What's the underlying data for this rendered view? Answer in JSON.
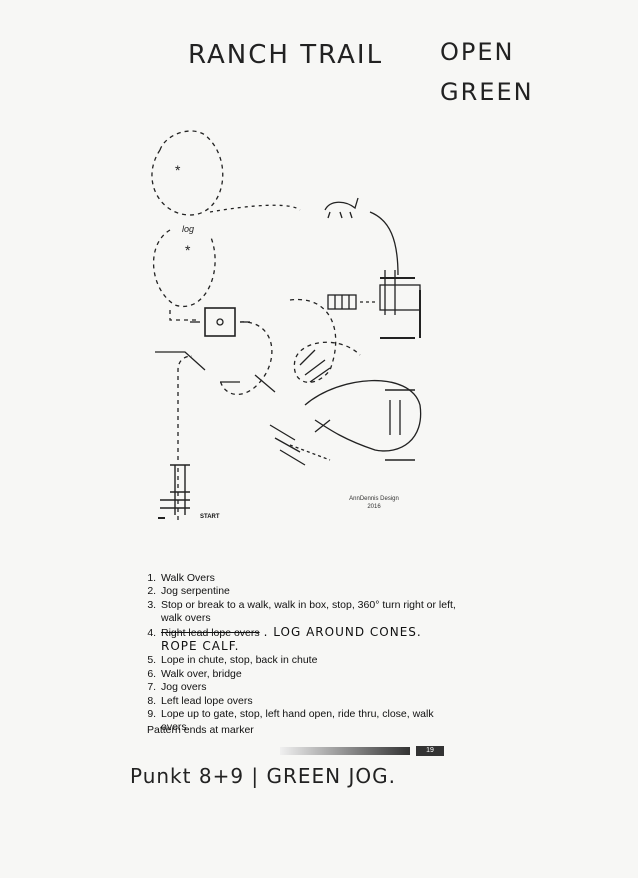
{
  "title": "RANCH TRAIL",
  "class_line1": "OPEN",
  "class_line2": "GREEN",
  "diagram_labels": {
    "start": "START",
    "log": "log",
    "designer": "AnnDennis Design",
    "year": "2016"
  },
  "instructions": [
    "Walk Overs",
    "Jog serpentine",
    "Stop or break to a walk, walk in box, stop, 360° turn right or left, walk overs",
    "Right lead lope overs",
    "Lope in chute, stop, back in chute",
    "Walk over, bridge",
    "Jog overs",
    "Left lead lope overs",
    "Lope up to gate, stop, left hand open, ride thru, close, walk overs"
  ],
  "item4_handwritten_note": ". LOG AROUND CONES. ROPE CALF.",
  "pattern_end": "Pattern ends at marker",
  "page_number": "19",
  "footer_note": "Punkt 8+9 | GREEN JOG."
}
